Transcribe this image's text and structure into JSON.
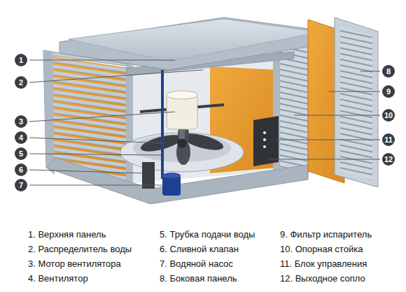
{
  "diagram": {
    "labels": [
      "1",
      "2",
      "3",
      "4",
      "5",
      "6",
      "7",
      "8",
      "9",
      "10",
      "11",
      "12",
      "1. Верхняя панель",
      "2. Распределитель воды",
      "3. Мотор вентилятора",
      "4. Вентилятор",
      "5. Трубка подачи воды",
      "6. Сливной клапан",
      "7. Водяной насос",
      "8. Боковая панель",
      "9. Фильтр испаритель",
      "10. Опорная стойка",
      "11. Блок управления",
      "12. Выходное сопло"
    ]
  }
}
